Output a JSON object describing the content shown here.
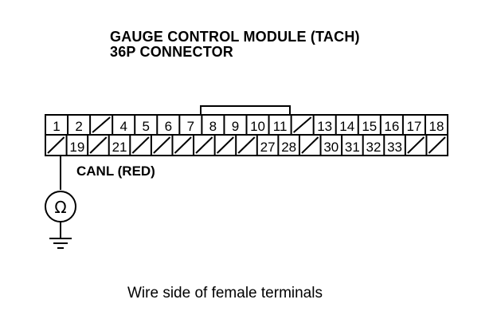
{
  "title": "GAUGE CONTROL MODULE (TACH)",
  "subtitle": "36P CONNECTOR",
  "connector": {
    "top_row": [
      "1",
      "2",
      "",
      "4",
      "5",
      "6",
      "7",
      "8",
      "9",
      "10",
      "11",
      "",
      "13",
      "14",
      "15",
      "16",
      "17",
      "18"
    ],
    "bottom_row": [
      "",
      "19",
      "",
      "21",
      "",
      "",
      "",
      "",
      "",
      "",
      "27",
      "28",
      "",
      "30",
      "31",
      "32",
      "33",
      "",
      ""
    ]
  },
  "wire_label": "CANL (RED)",
  "meter_symbol": "Ω",
  "icons": {
    "meter": "ohmmeter-icon",
    "ground": "ground-icon"
  },
  "caption": "Wire side of female terminals",
  "colors": {
    "ink": "#000000",
    "background": "#ffffff"
  }
}
